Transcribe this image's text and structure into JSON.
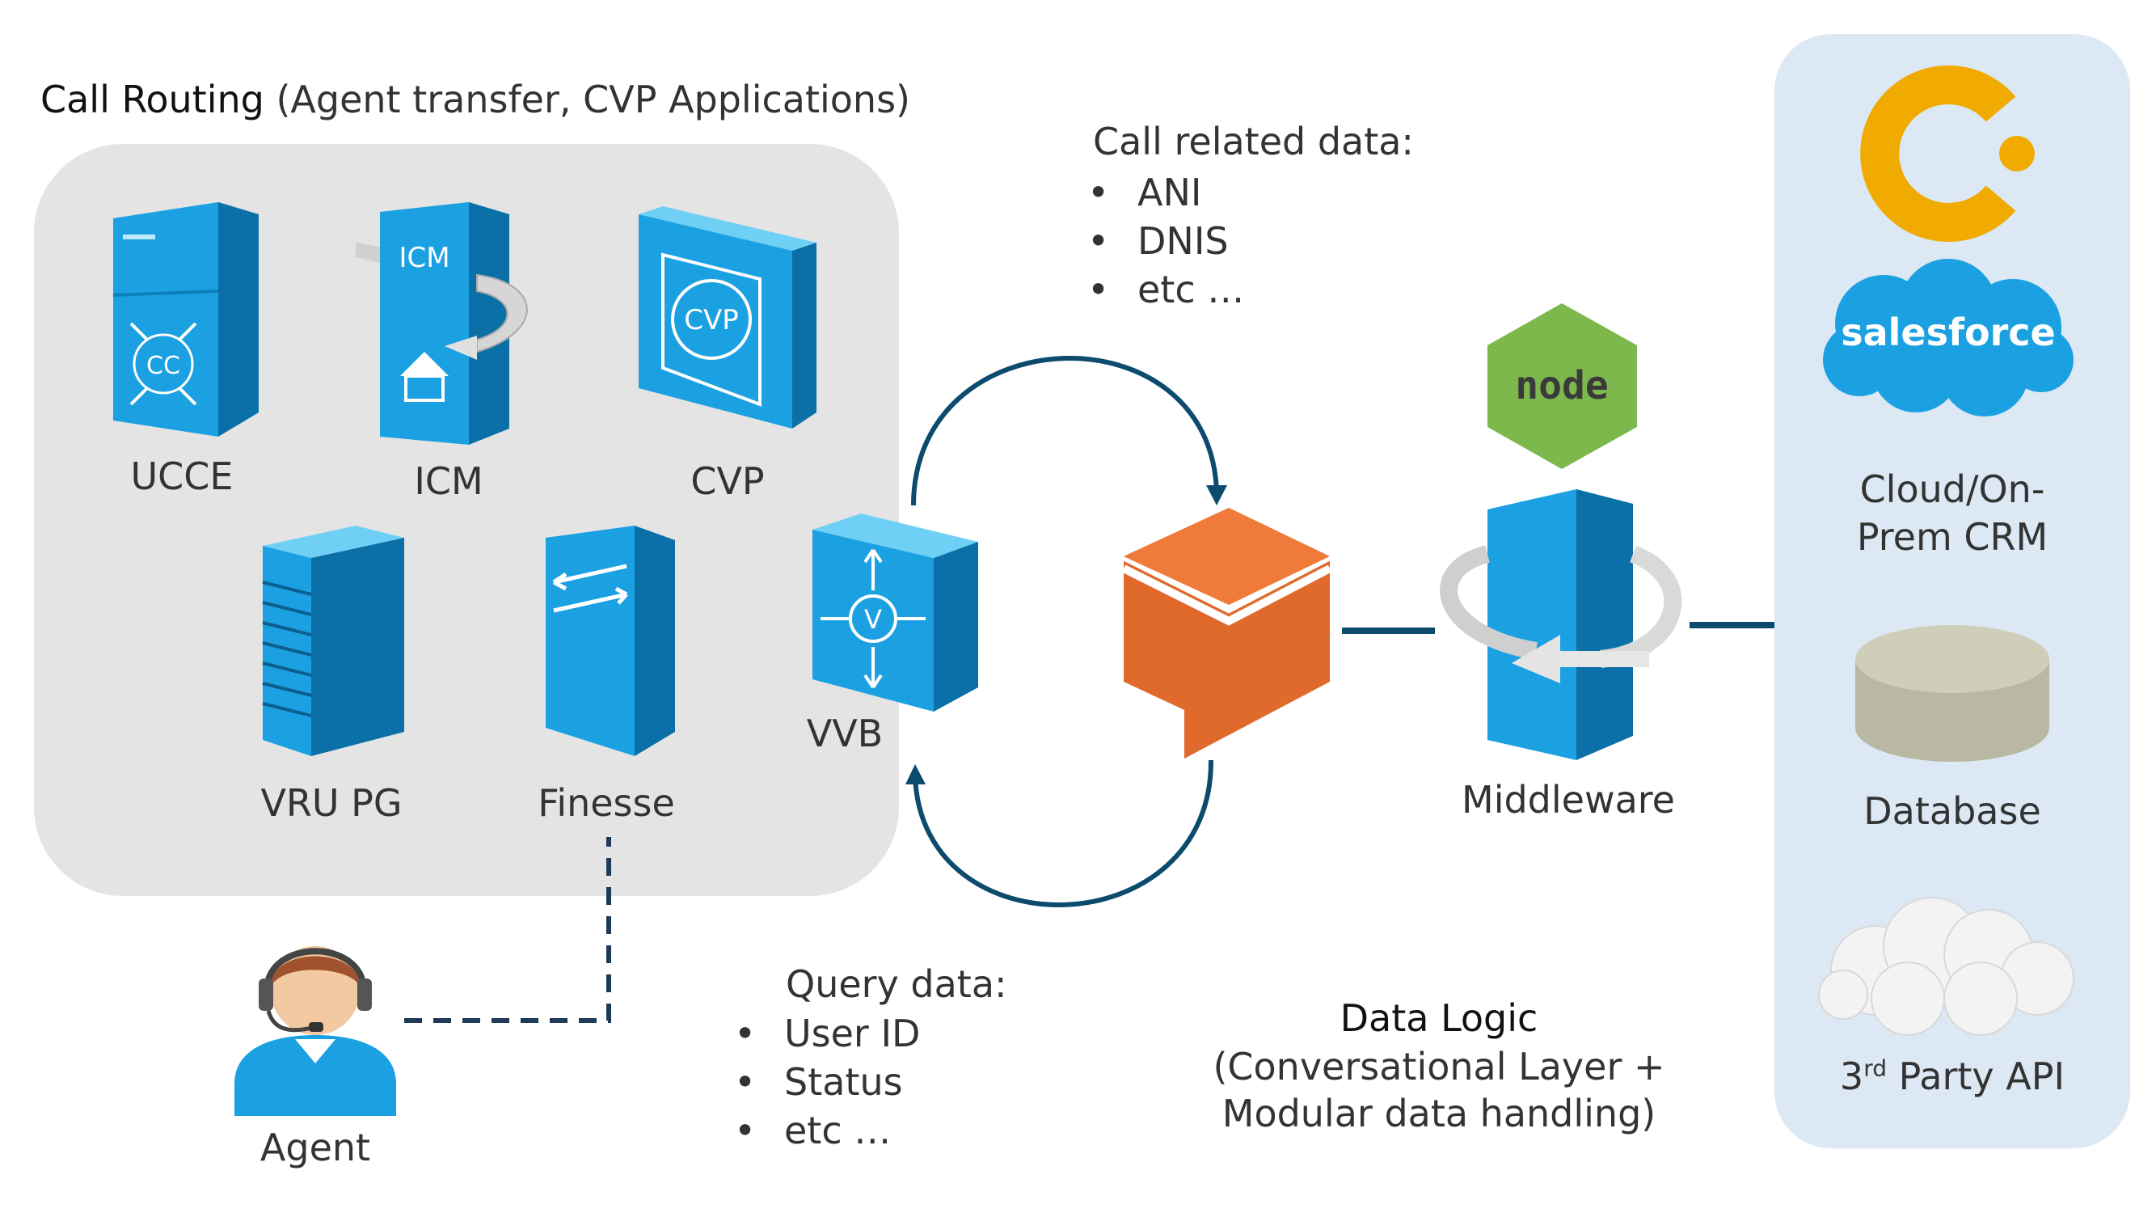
{
  "call_routing": {
    "title_main": "Call Routing",
    "title_sub": "(Agent transfer, CVP Applications)"
  },
  "components": {
    "ucce": "UCCE",
    "icm": "ICM",
    "cvp": "CVP",
    "vru_pg": "VRU PG",
    "finesse": "Finesse",
    "vvb": "VVB",
    "agent": "Agent",
    "middleware": "Middleware"
  },
  "icon_text": {
    "icm": "ICM",
    "cvp": "CVP",
    "cc": "CC",
    "v": "V",
    "node": "node",
    "salesforce": "salesforce"
  },
  "call_related": {
    "heading": "Call related data:",
    "items": [
      "ANI",
      "DNIS",
      "etc …"
    ]
  },
  "query_data": {
    "heading": "Query data:",
    "items": [
      "User ID",
      "Status",
      "etc …"
    ]
  },
  "data_logic": {
    "title": "Data Logic",
    "line1": "(Conversational Layer +",
    "line2": "Modular data handling)"
  },
  "crm": {
    "line1": "Cloud/On-",
    "line2": "Prem CRM",
    "database": "Database",
    "api_prefix": "3",
    "api_sup": "rd",
    "api_suffix": " Party API"
  },
  "colors": {
    "cisco_blue": "#1ba1e2",
    "arrow_navy": "#0c4a6e",
    "chat_orange": "#e06a2c",
    "node_green": "#6aa84f",
    "c_logo_yellow": "#f0aa00",
    "salesforce_blue": "#1798c1"
  }
}
